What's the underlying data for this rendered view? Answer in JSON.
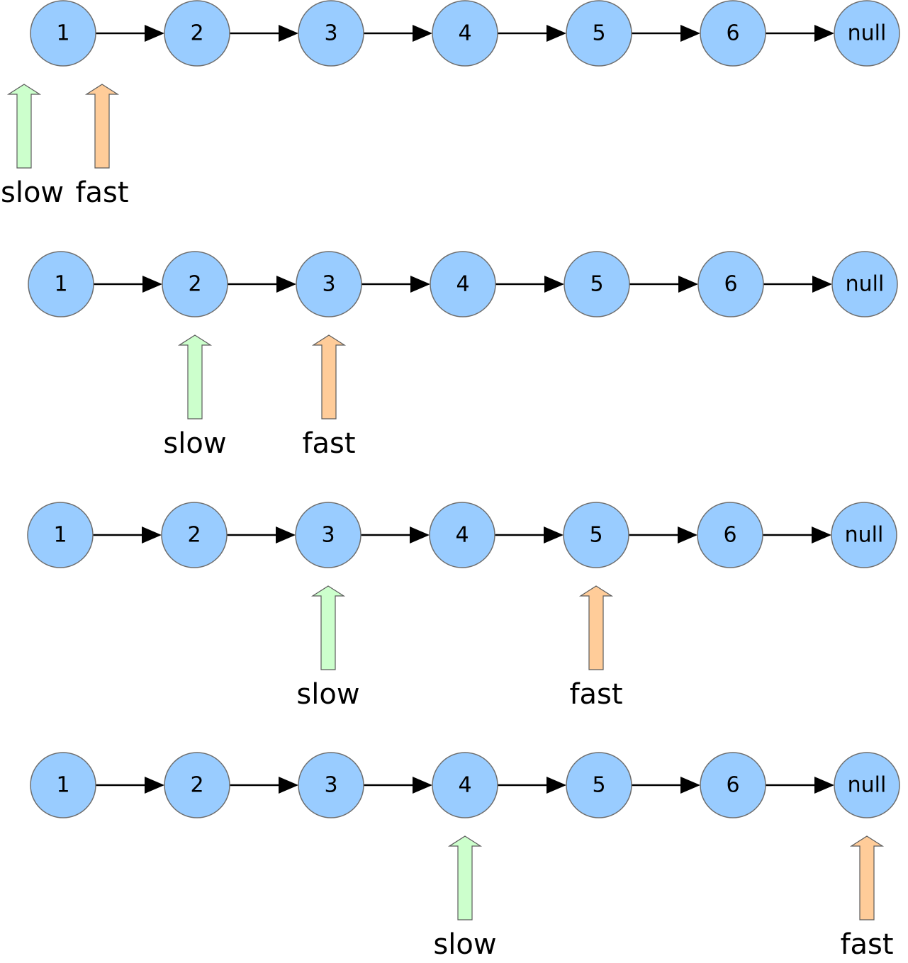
{
  "colors": {
    "node_fill": "#99ccff",
    "node_stroke": "#6e6e6e",
    "slow_arrow": "#ccffcc",
    "fast_arrow": "#ffcc99",
    "link": "#000000"
  },
  "nodes": [
    "1",
    "2",
    "3",
    "4",
    "5",
    "6",
    "null"
  ],
  "pointer_labels": {
    "slow": "slow",
    "fast": "fast"
  },
  "steps": [
    {
      "slow_node": 0,
      "fast_node": 0
    },
    {
      "slow_node": 1,
      "fast_node": 2
    },
    {
      "slow_node": 2,
      "fast_node": 4
    },
    {
      "slow_node": 3,
      "fast_node": 6
    }
  ]
}
